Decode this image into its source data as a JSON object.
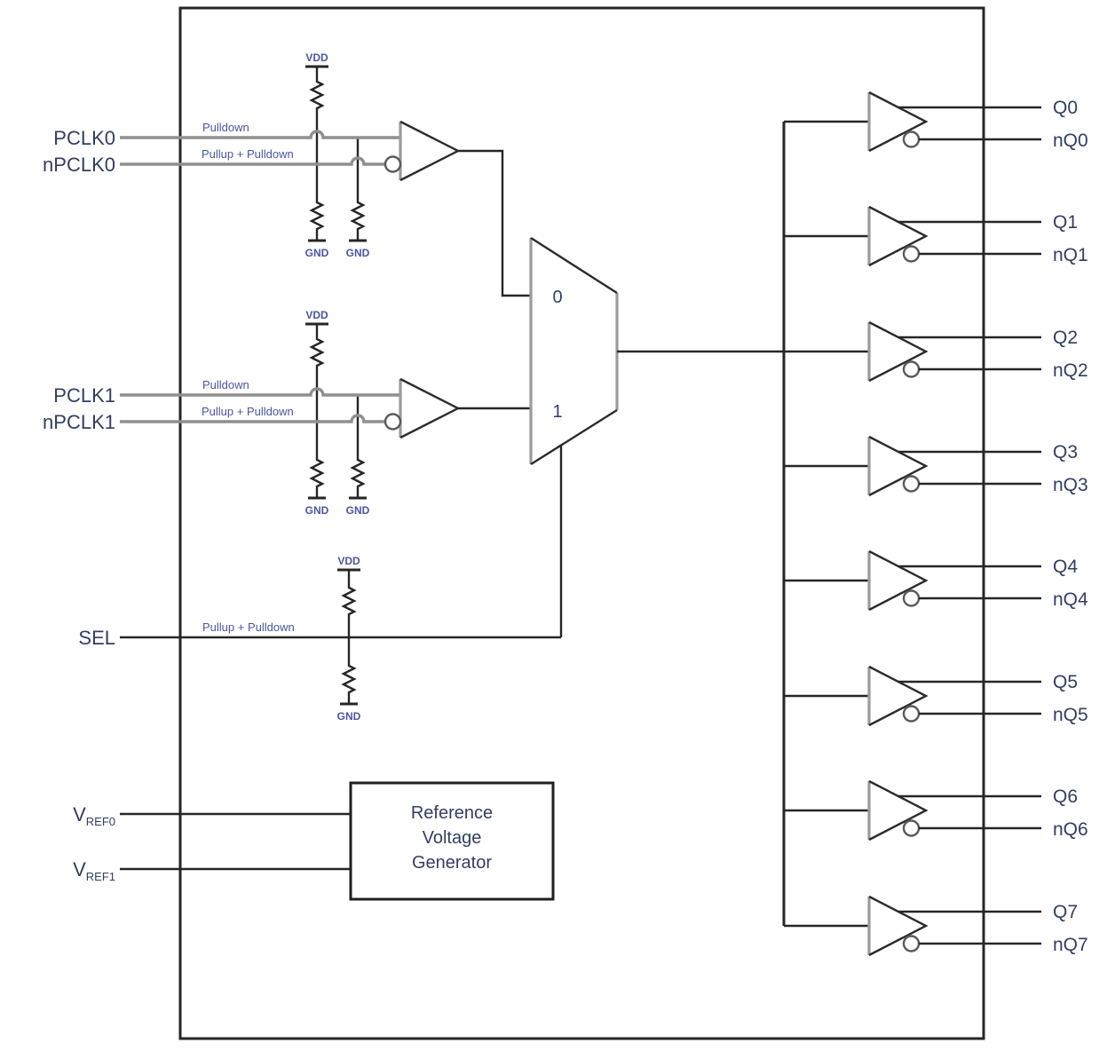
{
  "diagram": {
    "ports": {
      "pclk0": "PCLK0",
      "npclk0": "nPCLK0",
      "pclk1": "PCLK1",
      "npclk1": "nPCLK1",
      "sel": "SEL",
      "vref0": {
        "base": "V",
        "sub": "REF0"
      },
      "vref1": {
        "base": "V",
        "sub": "REF1"
      }
    },
    "annotations": {
      "pulldown": "Pulldown",
      "pullup_pulldown": "Pullup + Pulldown"
    },
    "rails": {
      "vdd": "VDD",
      "gnd": "GND"
    },
    "mux": {
      "in0": "0",
      "in1": "1"
    },
    "reference_block": {
      "line1": "Reference",
      "line2": "Voltage",
      "line3": "Generator"
    },
    "outputs": [
      {
        "q": "Q0",
        "nq": "nQ0"
      },
      {
        "q": "Q1",
        "nq": "nQ1"
      },
      {
        "q": "Q2",
        "nq": "nQ2"
      },
      {
        "q": "Q3",
        "nq": "nQ3"
      },
      {
        "q": "Q4",
        "nq": "nQ4"
      },
      {
        "q": "Q5",
        "nq": "nQ5"
      },
      {
        "q": "Q6",
        "nq": "nQ6"
      },
      {
        "q": "Q7",
        "nq": "nQ7"
      }
    ]
  }
}
